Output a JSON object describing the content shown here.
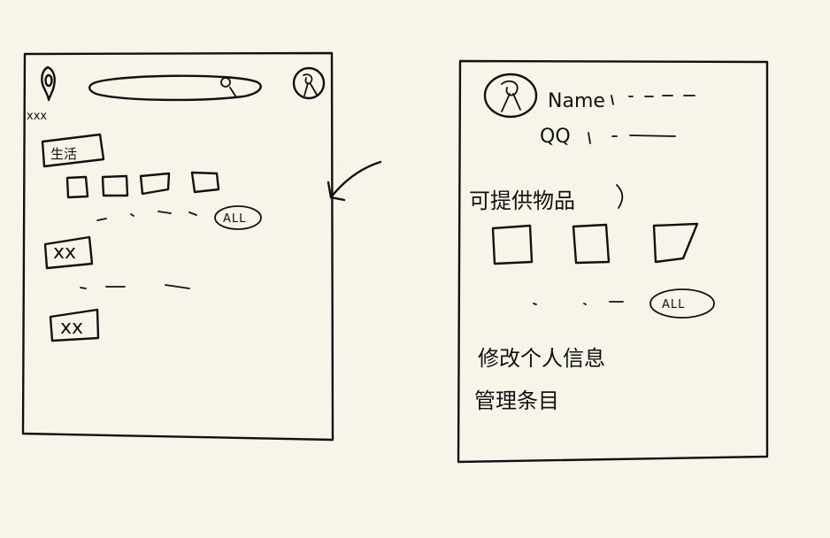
{
  "left_screen": {
    "location_text": "xxx",
    "category_label": "生活",
    "all_badge": "ALL",
    "section_labels": [
      "xx",
      "xx"
    ]
  },
  "right_screen": {
    "name_label": "Name",
    "qq_label": "QQ",
    "items_heading": "可提供物品",
    "all_badge": "ALL",
    "menu": [
      "修改个人信息",
      "管理条目"
    ]
  }
}
